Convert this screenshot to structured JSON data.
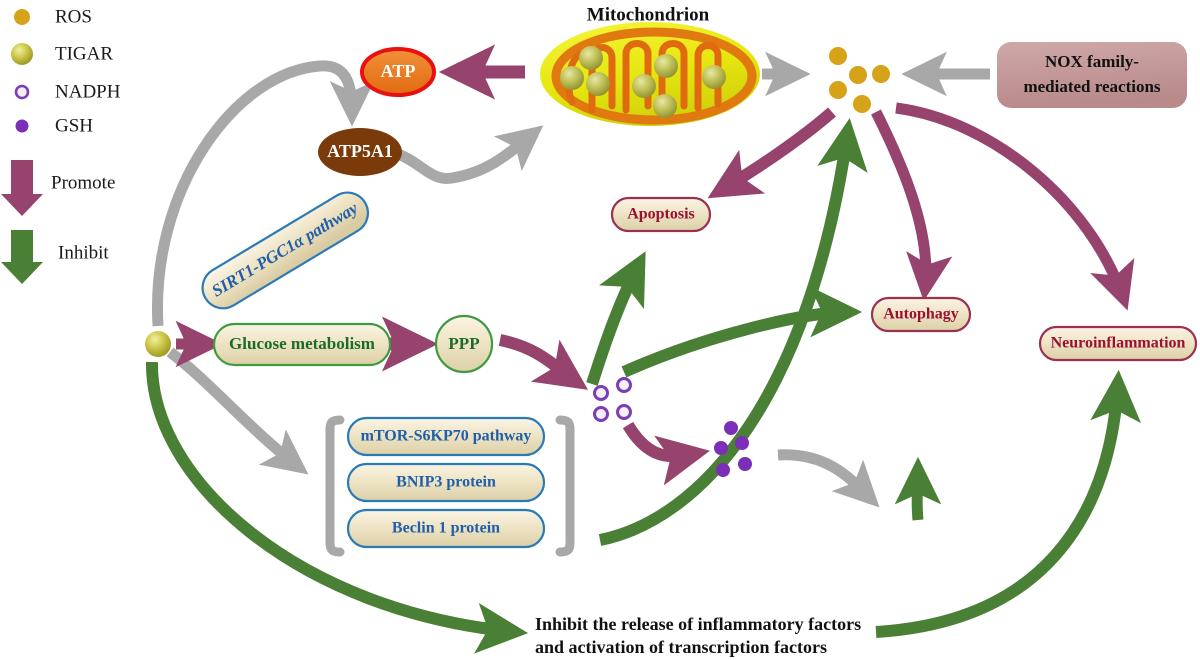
{
  "legend": {
    "markers": [
      {
        "id": "ros",
        "label": "ROS",
        "color": "#d6a318",
        "style": "filled",
        "r": 8
      },
      {
        "id": "tigar",
        "label": "TIGAR",
        "color": "#b5b02a",
        "style": "sphere",
        "r": 11
      },
      {
        "id": "nadph",
        "label": "NADPH",
        "color": "#7b3fb5",
        "style": "hollow",
        "r": 6
      },
      {
        "id": "gsh",
        "label": "GSH",
        "color": "#7b2fb8",
        "style": "filled",
        "r": 6
      }
    ],
    "arrows": [
      {
        "id": "promote",
        "label": "Promote",
        "color": "#96436e"
      },
      {
        "id": "inhibit",
        "label": "Inhibit",
        "color": "#4a8036"
      }
    ]
  },
  "colors": {
    "promote": "#96436e",
    "inhibit": "#4a8036",
    "neutral": "#a8a8a8",
    "beige_fill": "#ece2c4",
    "beige_fill_light": "#f6efdc",
    "blue_text": "#1f5fa9",
    "blue_border": "#2a7ab8",
    "green_text": "#1d6b2b",
    "green_border": "#3f9b3f",
    "maroon_text": "#9b1030",
    "maroon_border": "#9b3050",
    "atp_fill": "#ec7b1e",
    "atp_border": "#e81010",
    "atp5a1_fill": "#7a3a0a",
    "nox_fill": "#c49898",
    "mito_body": "#e8e81c",
    "mito_outer": "#e07a10",
    "mito_cristae": "#e06a10",
    "tigar_sphere": "#b5b02a",
    "ros_dot": "#d6a318",
    "nadph_dot": "#7b3fb5",
    "gsh_dot": "#7b2fb8"
  },
  "nodes": {
    "mitochondrion_title": "Mitochondrion",
    "atp": "ATP",
    "atp5a1": "ATP5A1",
    "sirt1": "SIRT1-PGC1α pathway",
    "glucose_metabolism": "Glucose metabolism",
    "ppp": "PPP",
    "mtor": "mTOR-S6KP70 pathway",
    "bnip3": "BNIP3 protein",
    "beclin1": "Beclin 1 protein",
    "apoptosis": "Apoptosis",
    "autophagy": "Autophagy",
    "neuroinflammation": "Neuroinflammation",
    "nox_line1": "NOX family-",
    "nox_line2": "mediated reactions",
    "bottom_line1": "Inhibit the release of inflammatory factors",
    "bottom_line2": "and activation of transcription factors"
  },
  "molecule_clusters": {
    "ros": {
      "count": 5,
      "label": "ROS"
    },
    "nadph": {
      "count": 4,
      "label": "NADPH"
    },
    "gsh": {
      "count": 5,
      "label": "GSH"
    },
    "tigar_in_mito": {
      "count": 7,
      "label": "TIGAR"
    },
    "tigar_cytosol": {
      "count": 1,
      "label": "TIGAR"
    }
  }
}
